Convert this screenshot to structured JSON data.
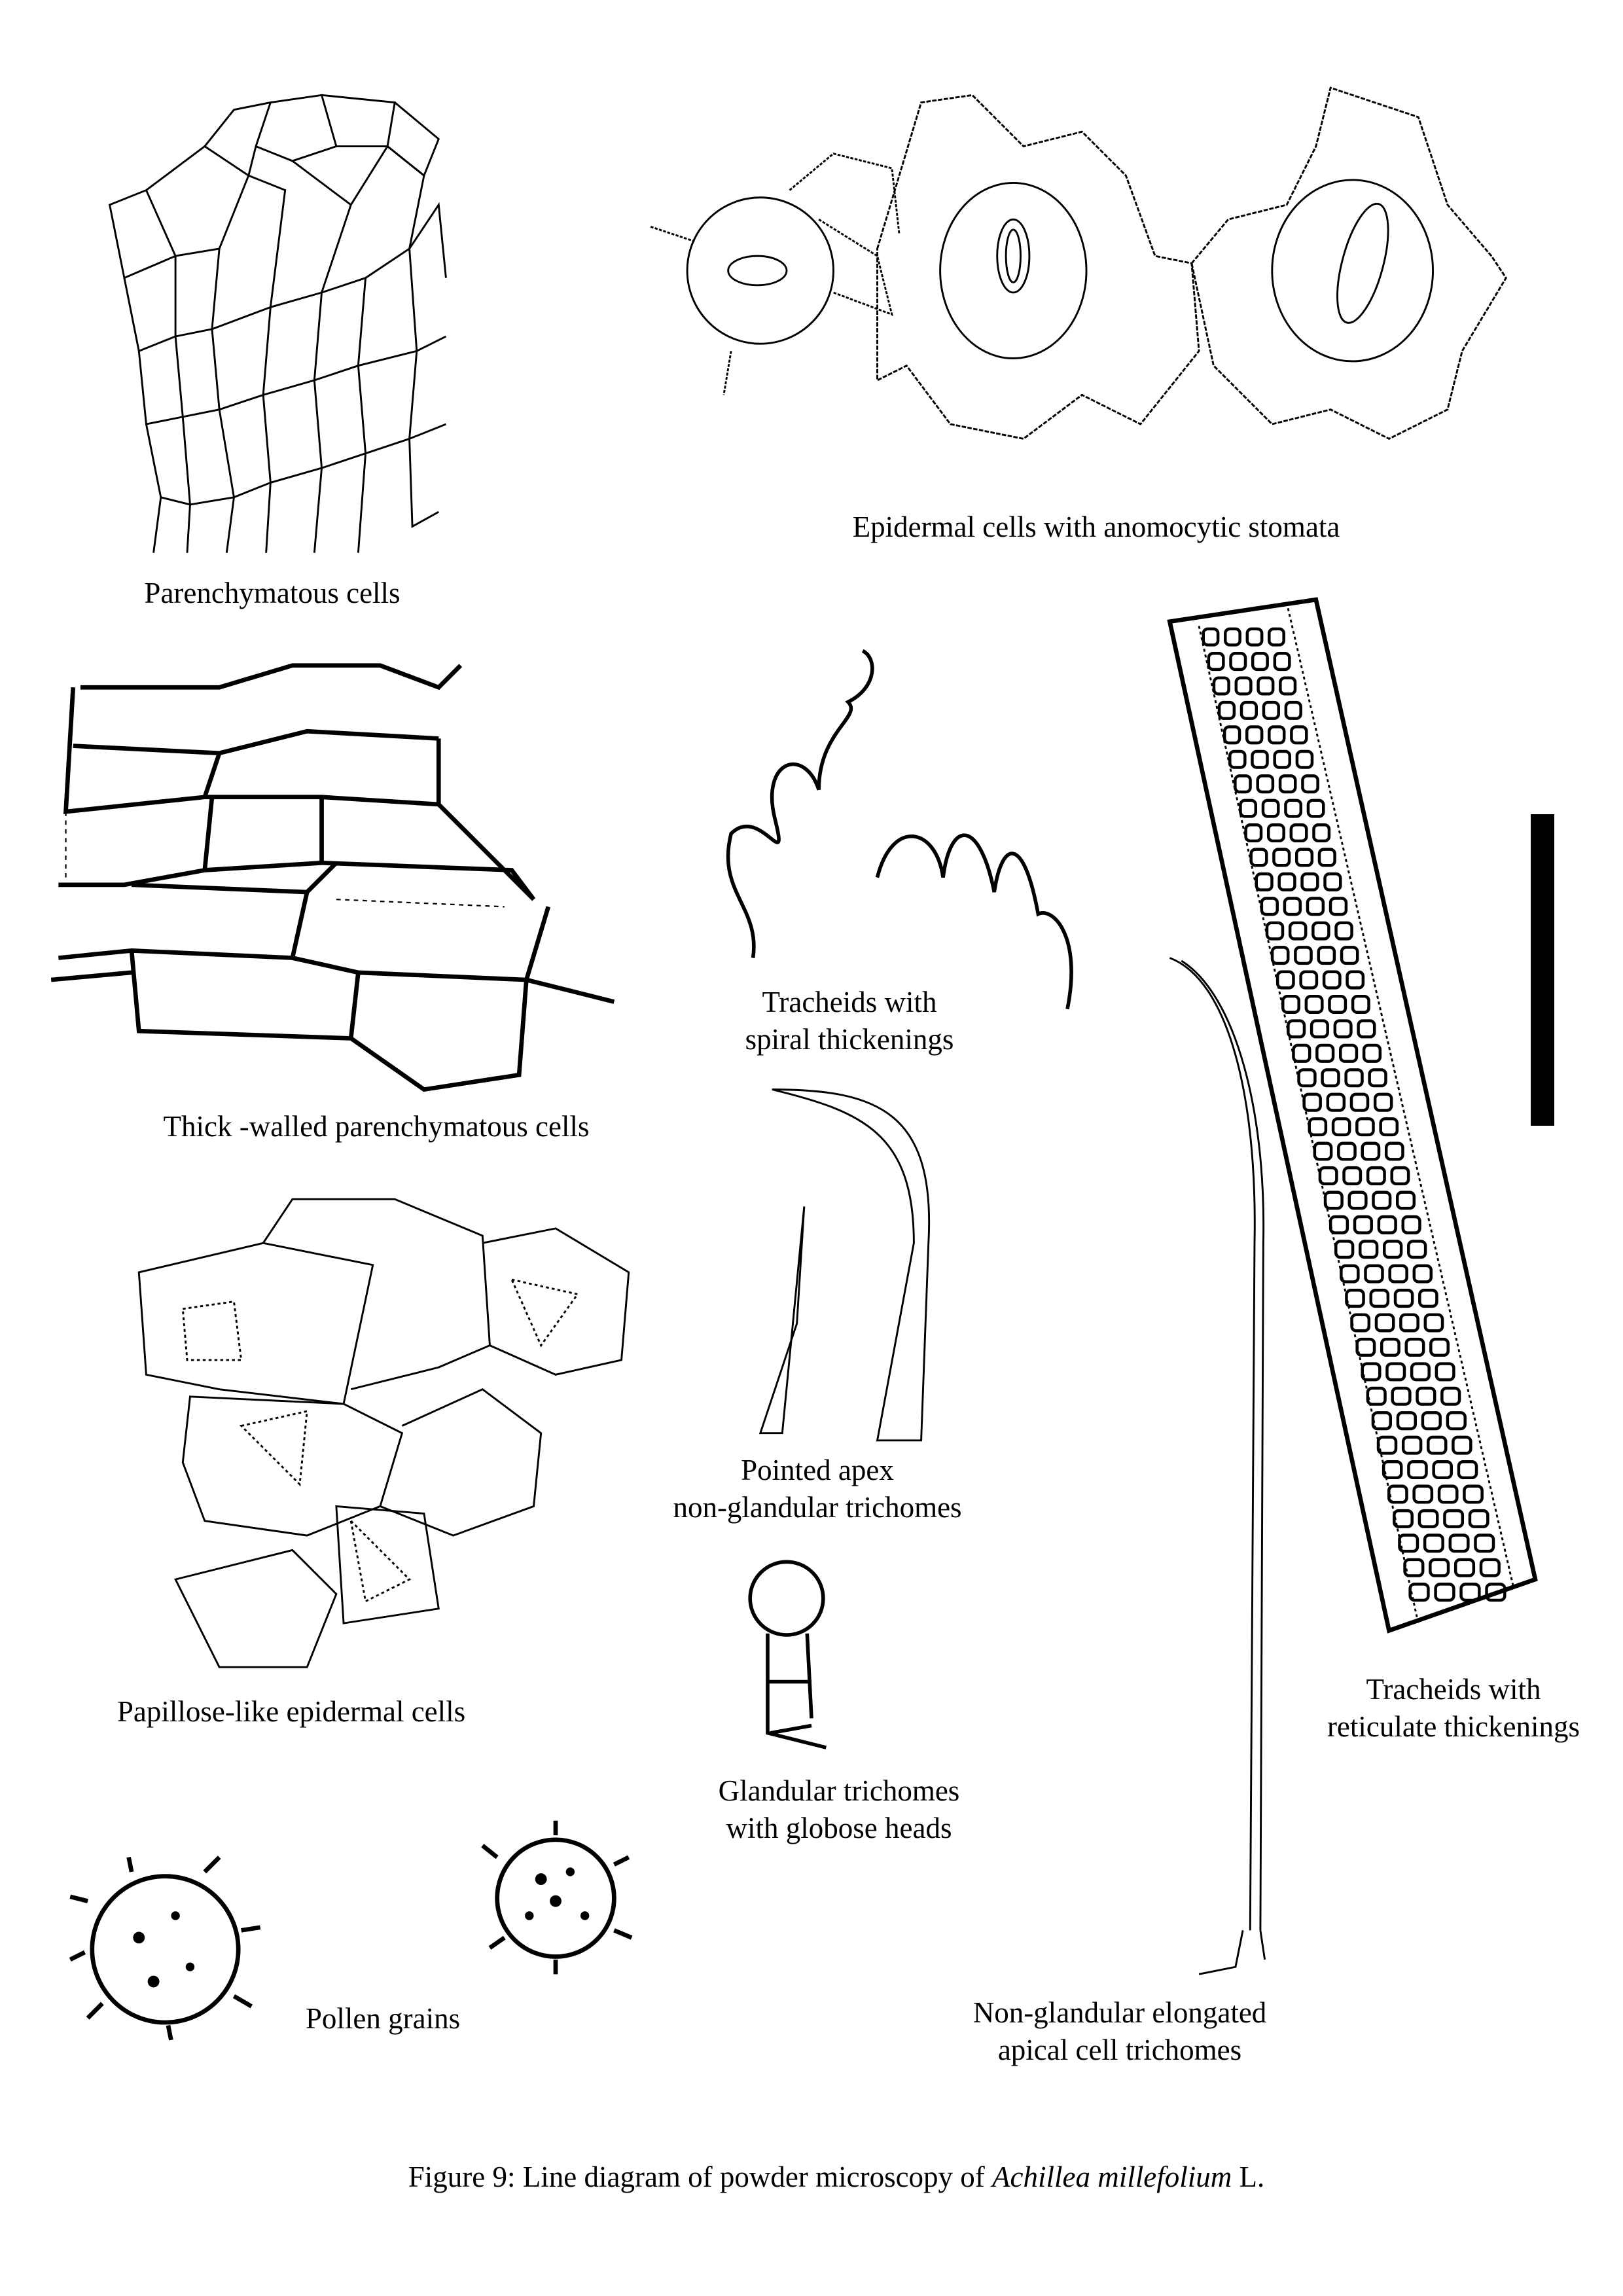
{
  "labels": {
    "parenchymatous": "Parenchymatous cells",
    "epidermal": "Epidermal cells with anomocytic stomata",
    "tracheids_spiral": [
      "Tracheids with",
      "spiral thickenings"
    ],
    "thick_walled": "Thick -walled parenchymatous cells",
    "pointed_apex": [
      "Pointed apex",
      "non-glandular trichomes"
    ],
    "papillose": "Papillose-like epidermal cells",
    "glandular": [
      "Glandular trichomes",
      "with globose heads"
    ],
    "tracheids_reticulate": [
      "Tracheids with",
      "reticulate thickenings"
    ],
    "pollen": "Pollen grains",
    "non_glandular": [
      "Non-glandular elongated",
      "apical cell trichomes"
    ]
  },
  "caption": {
    "prefix": "Figure 9: Line diagram of powder microscopy of ",
    "species": "Achillea millefolium",
    "suffix": " L."
  }
}
